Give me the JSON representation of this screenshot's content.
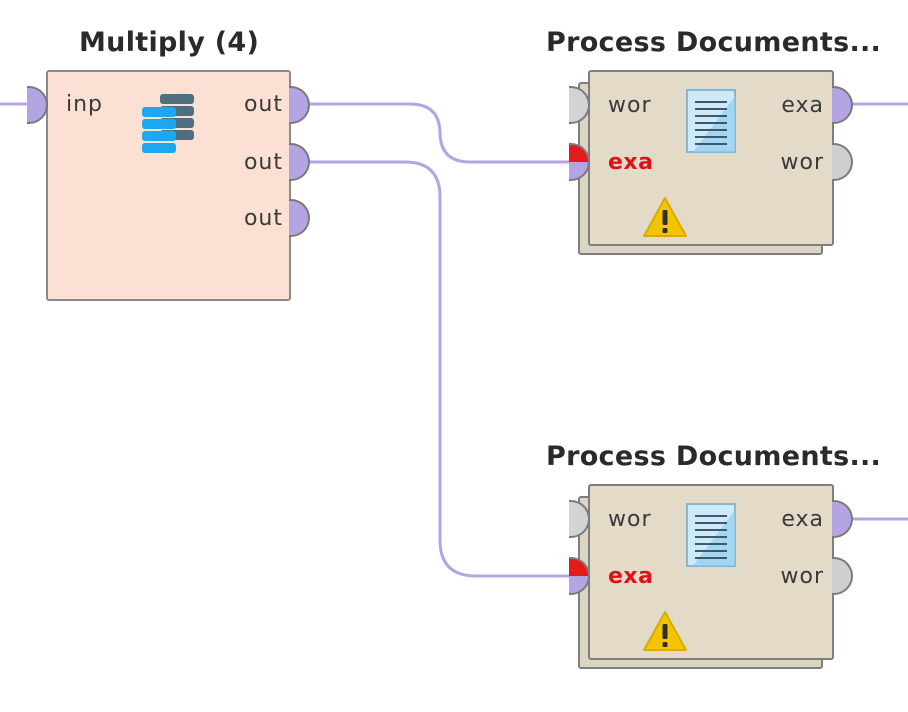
{
  "operators": {
    "multiply": {
      "title": "Multiply (4)",
      "icon": "multiply-icon",
      "input_label": "inp",
      "outputs": [
        "out",
        "out",
        "out"
      ]
    },
    "process_documents_1": {
      "title": "Process Documents...",
      "icon": "document-icon",
      "inputs": [
        "wor",
        "exa"
      ],
      "outputs": [
        "exa",
        "wor"
      ],
      "warning_icon": "warning-icon"
    },
    "process_documents_2": {
      "title": "Process Documents...",
      "icon": "document-icon",
      "inputs": [
        "wor",
        "exa"
      ],
      "outputs": [
        "exa",
        "wor"
      ],
      "warning_icon": "warning-icon"
    }
  },
  "colors": {
    "connection": "#b4a4e4",
    "error_port": "#e51b1b",
    "multiply_bg": "#fbe0d3",
    "process_bg": "#e3dac8",
    "warning": "#f2c500"
  }
}
